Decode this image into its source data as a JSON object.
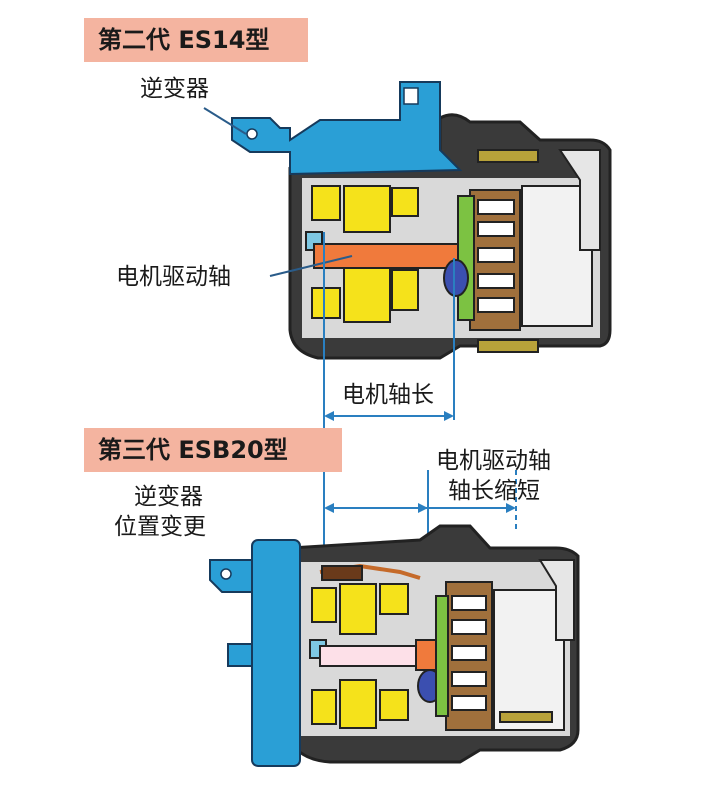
{
  "top": {
    "title": "第二代 ES14型",
    "inverter_label": "逆变器",
    "shaft_label": "电机驱动轴"
  },
  "middle": {
    "shaft_length_label": "电机轴长"
  },
  "bottom": {
    "title": "第三代 ESB20型",
    "inverter_label_line1": "逆变器",
    "inverter_label_line2": "位置变更",
    "shortened_label_line1": "电机驱动轴",
    "shortened_label_line2": "轴长缩短"
  },
  "colors": {
    "badge": "#f4b4a0",
    "inverter": "#2a9fd6",
    "magnet": "#f5e21b",
    "shaft": "#f07a3c",
    "scroll": "#a0703c",
    "green_part": "#7cc242",
    "dim_line": "#2a7fc0",
    "housing": "#2b2b2b"
  }
}
